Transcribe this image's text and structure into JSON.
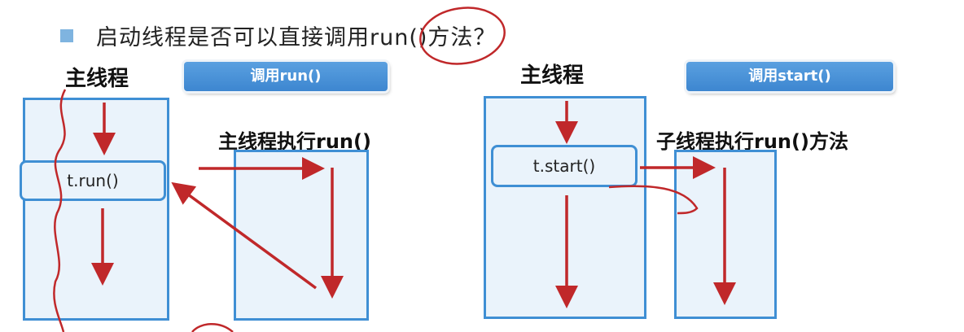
{
  "header": {
    "question": "启动线程是否可以直接调用run()方法？"
  },
  "left_panel": {
    "main_thread_label": "主线程",
    "pill_label": "调用run()",
    "executor_label": "主线程执行run()",
    "call_text": "t.run()"
  },
  "right_panel": {
    "main_thread_label": "主线程",
    "pill_label": "调用start()",
    "executor_label": "子线程执行run()方法",
    "call_text": "t.start()"
  },
  "colors": {
    "arrow": "#c0282a",
    "box_border": "#3f8fd4",
    "box_fill": "#eaf3fb",
    "pill": "#4a93d8",
    "bullet": "#7fb4e0"
  }
}
